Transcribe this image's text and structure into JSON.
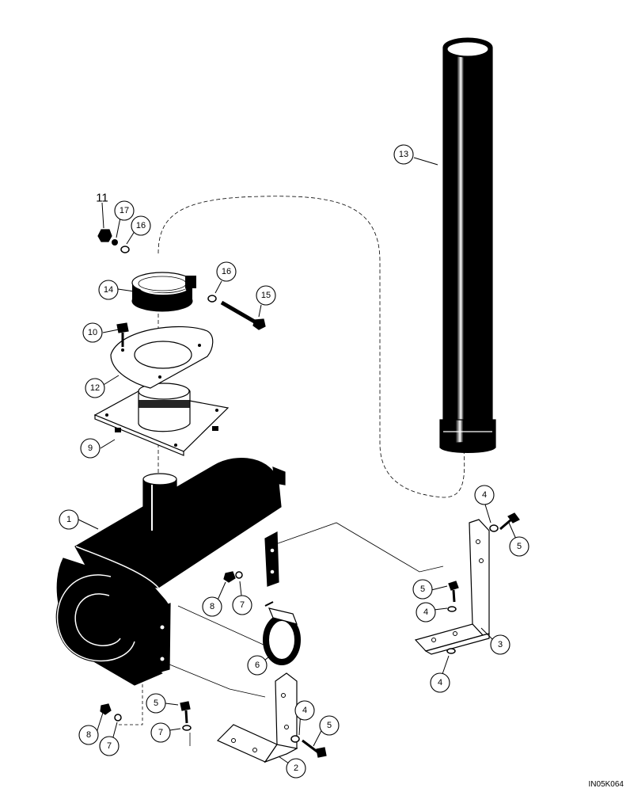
{
  "diagram": {
    "drawing_code": "IN05K064",
    "callouts": [
      {
        "id": "c1",
        "label": "1"
      },
      {
        "id": "c2",
        "label": "2"
      },
      {
        "id": "c3",
        "label": "3"
      },
      {
        "id": "c4a",
        "label": "4"
      },
      {
        "id": "c4b",
        "label": "4"
      },
      {
        "id": "c4c",
        "label": "4"
      },
      {
        "id": "c4d",
        "label": "4"
      },
      {
        "id": "c5a",
        "label": "5"
      },
      {
        "id": "c5b",
        "label": "5"
      },
      {
        "id": "c5c",
        "label": "5"
      },
      {
        "id": "c5d",
        "label": "5"
      },
      {
        "id": "c6",
        "label": "6"
      },
      {
        "id": "c7a",
        "label": "7"
      },
      {
        "id": "c7b",
        "label": "7"
      },
      {
        "id": "c7c",
        "label": "7"
      },
      {
        "id": "c8a",
        "label": "8"
      },
      {
        "id": "c8b",
        "label": "8"
      },
      {
        "id": "c9",
        "label": "9"
      },
      {
        "id": "c10",
        "label": "10"
      },
      {
        "id": "c11",
        "label": "11"
      },
      {
        "id": "c12",
        "label": "12"
      },
      {
        "id": "c13",
        "label": "13"
      },
      {
        "id": "c14",
        "label": "14"
      },
      {
        "id": "c15",
        "label": "15"
      },
      {
        "id": "c16a",
        "label": "16"
      },
      {
        "id": "c16b",
        "label": "16"
      },
      {
        "id": "c17",
        "label": "17"
      }
    ]
  }
}
